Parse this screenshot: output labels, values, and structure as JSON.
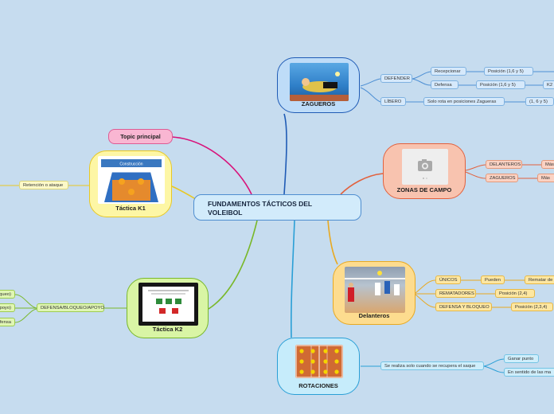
{
  "central": {
    "line1": "FUNDAMENTOS TÁCTICOS DEL",
    "line2": "VOLEIBOL"
  },
  "topic": "Topic principal",
  "branches": {
    "zagueros": {
      "title": "ZAGUEROS",
      "defender": "DEFENDER",
      "recepcionar": "Recepcionar",
      "pos_recepcion": "Posición (1,6 y 5)",
      "defensa": "Defensa",
      "pos_defensa": "Posición (1,6 y 5)",
      "k2": "K2",
      "libero": "LÍBERO",
      "libero_desc": "Solo rota en posiciones Zagueras",
      "libero_pos": "(1, 6 y 5)"
    },
    "zonas": {
      "title": "ZONAS DE CAMPO",
      "delanteros": "DELANTEROS",
      "delanteros_more": "Más",
      "zagueros": "ZAGUEROS",
      "zagueros_more": "Más"
    },
    "delanteros": {
      "title": "Delanteros",
      "unicos": "ÚNICOS",
      "pueden": "Pueden",
      "rematar": "Rematar de",
      "rematadores": "REMATADORES",
      "pos_rem": "Posición (2,4)",
      "defensa_bloqueo": "DEFENSA Y BLOQUEO",
      "pos_def": "Posición (2,3,4)"
    },
    "rotaciones": {
      "title": "ROTACIONES",
      "desc": "Se realiza solo cuando se recupera el saque",
      "ganar": "Ganar punto",
      "sentido": "En sentido de las ma"
    },
    "k1": {
      "title": "Táctica K1",
      "retencion": "Retención o ataque",
      "img_title": "Construcción"
    },
    "k2": {
      "title": "Táctica K2",
      "defensa_bloqueo_apoyo": "DEFENSA/BLOQUEO/APOYO",
      "left1": "oqueo)",
      "left2": "poyo)",
      "left3": "efensa"
    }
  },
  "colors": {
    "background": "#c6dcef",
    "zagueros": "#1f5bb5",
    "zonas": "#e2613d",
    "delanteros": "#e8a922",
    "rotaciones": "#2a9fd6",
    "k1": "#e8c824",
    "k2": "#79b82a",
    "topic": "#d8127a"
  }
}
